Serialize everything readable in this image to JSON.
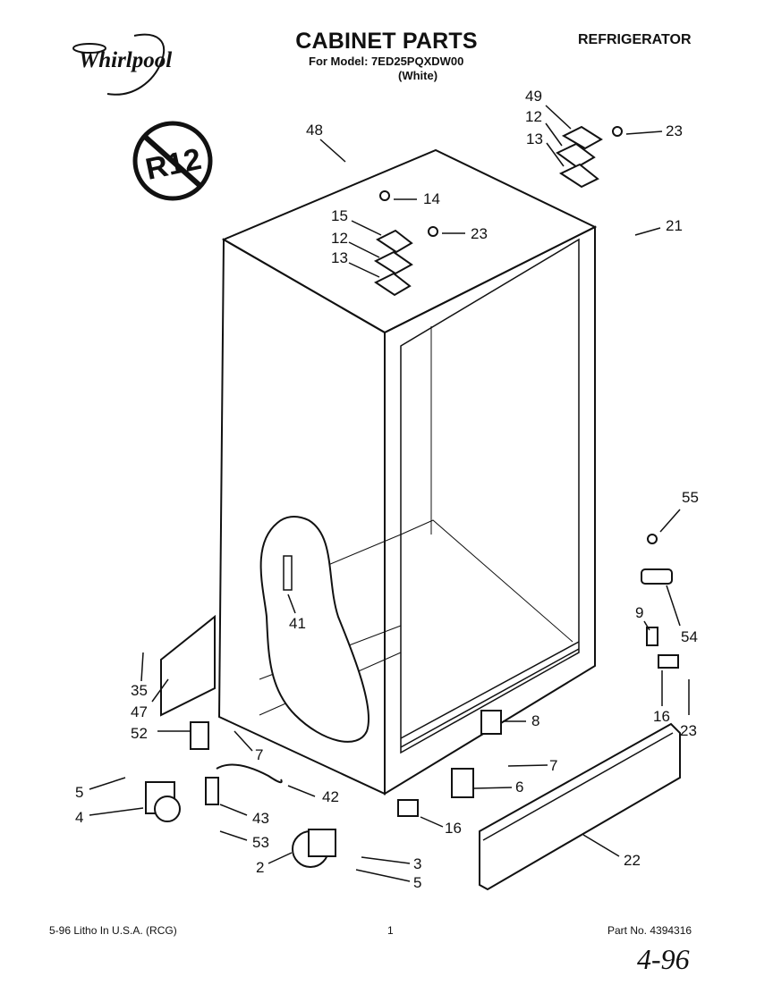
{
  "header": {
    "brand": "Whirlpool",
    "title": "CABINET PARTS",
    "category": "REFRIGERATOR",
    "model": "For Model: 7ED25PQXDW00",
    "color": "(White)",
    "badge": "R12"
  },
  "footer": {
    "left": "5-96 Litho In U.S.A. (RCG)",
    "center": "1",
    "right": "Part No. 4394316",
    "handwriting": "4-96"
  },
  "callouts": [
    "48",
    "49",
    "12",
    "13",
    "23",
    "14",
    "15",
    "12",
    "23",
    "13",
    "21",
    "41",
    "55",
    "54",
    "9",
    "16",
    "23",
    "35",
    "47",
    "52",
    "7",
    "8",
    "7",
    "6",
    "5",
    "4",
    "43",
    "42",
    "53",
    "16",
    "22",
    "2",
    "3",
    "5"
  ]
}
